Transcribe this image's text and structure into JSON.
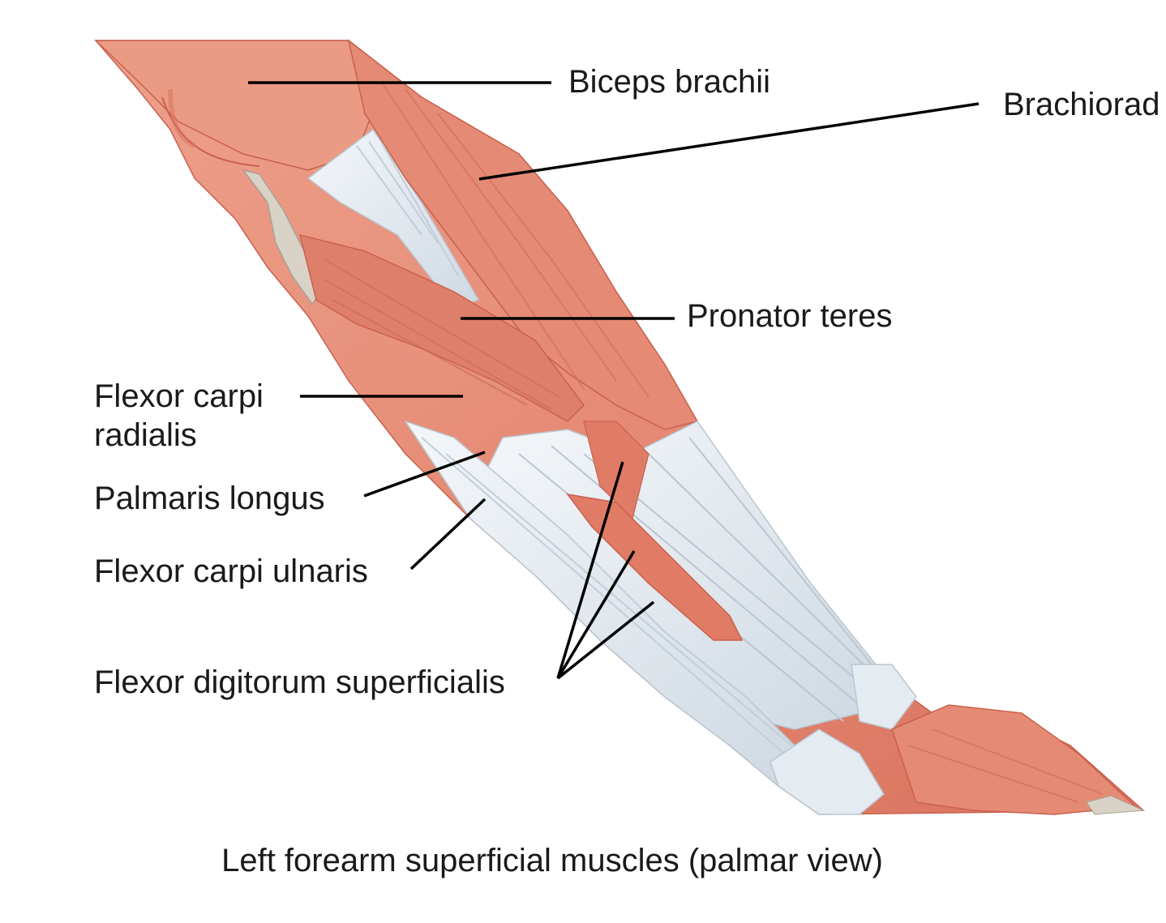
{
  "labels": {
    "biceps_brachii": "Biceps brachii",
    "brachioradialis": "Brachiorad",
    "pronator_teres": "Pronator teres",
    "flexor_carpi_radialis_line1": "Flexor carpi",
    "flexor_carpi_radialis_line2": "radialis",
    "palmaris_longus": "Palmaris longus",
    "flexor_carpi_ulnaris": "Flexor carpi ulnaris",
    "flexor_digitorum_superficialis": "Flexor digitorum superficialis"
  },
  "caption": "Left forearm superficial muscles (palmar view)",
  "colors": {
    "muscle": "#e8937d",
    "muscle_dark": "#c9614e",
    "muscle_light": "#f2b4a2",
    "tendon": "#e3eaf0",
    "tendon_line": "#b9c6d2",
    "bone": "#d9d3c7",
    "leader": "#000000"
  }
}
